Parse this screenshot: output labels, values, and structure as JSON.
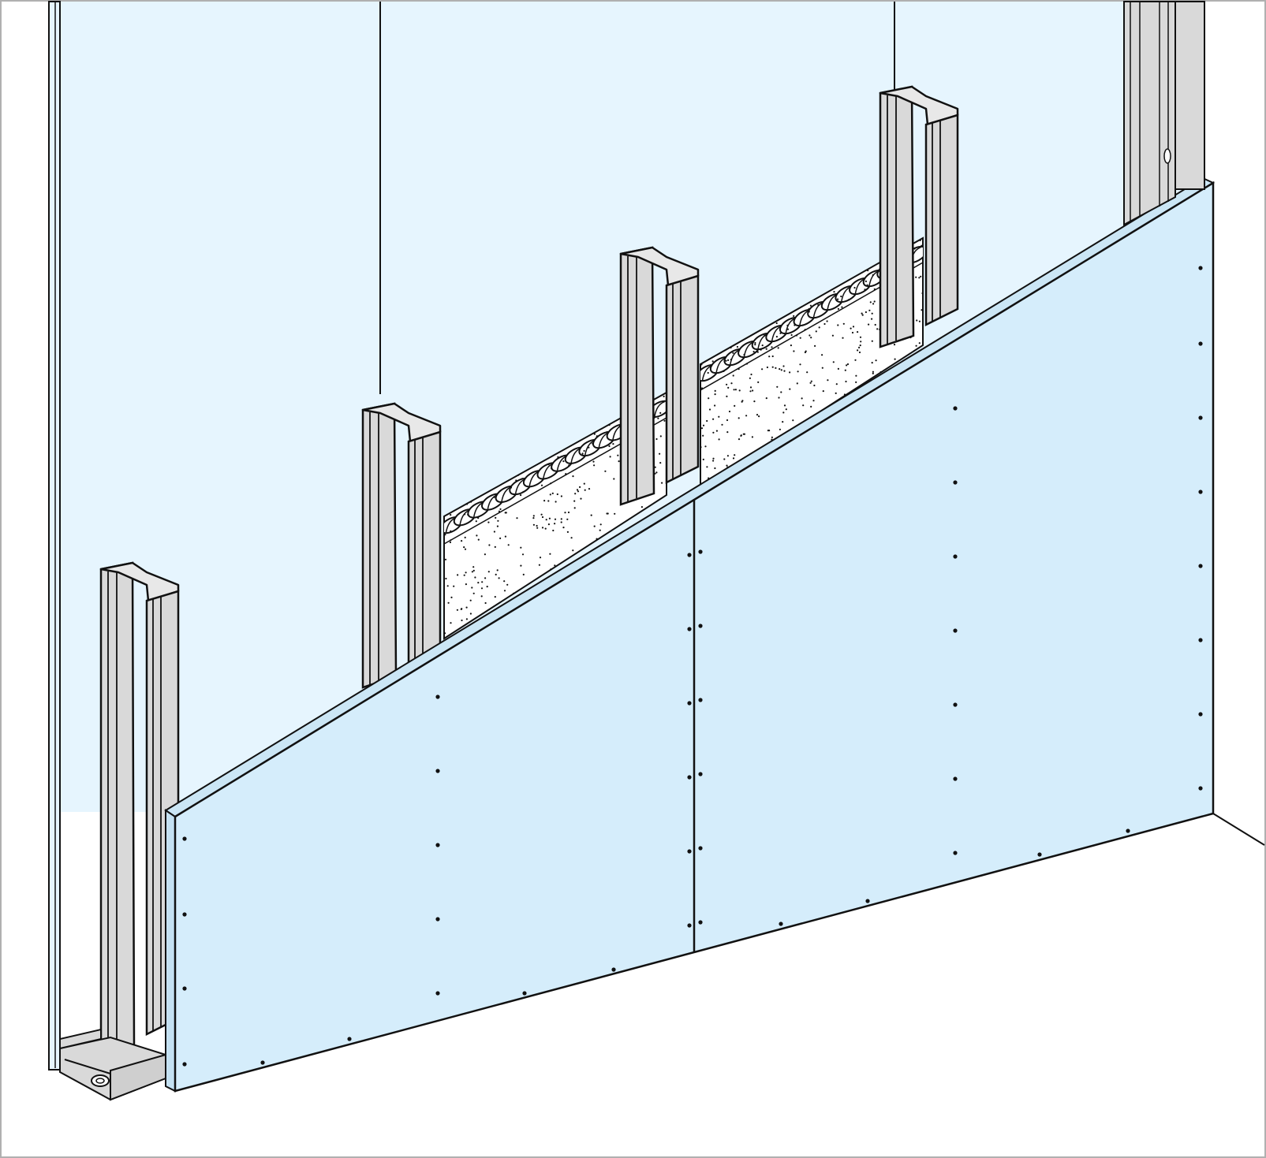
{
  "diagram": {
    "kind": "isometric drywall partition cutaway",
    "colors": {
      "background_wall": "#e6f5fe",
      "board": "#d5edfb",
      "board_edge": "#cbe6f5",
      "metal": "#d9d9d9",
      "metal_light": "#e8e8e8",
      "insulation": "#ffffff",
      "floor": "#ffffff",
      "line": "#111111",
      "frame": "#b0b0b0"
    },
    "components": [
      "floor-track",
      "steel-stud",
      "insulation",
      "insulation-facing",
      "plasterboard",
      "screw-fixings",
      "board-joint"
    ],
    "stud_count": 5,
    "board_count": 2
  }
}
